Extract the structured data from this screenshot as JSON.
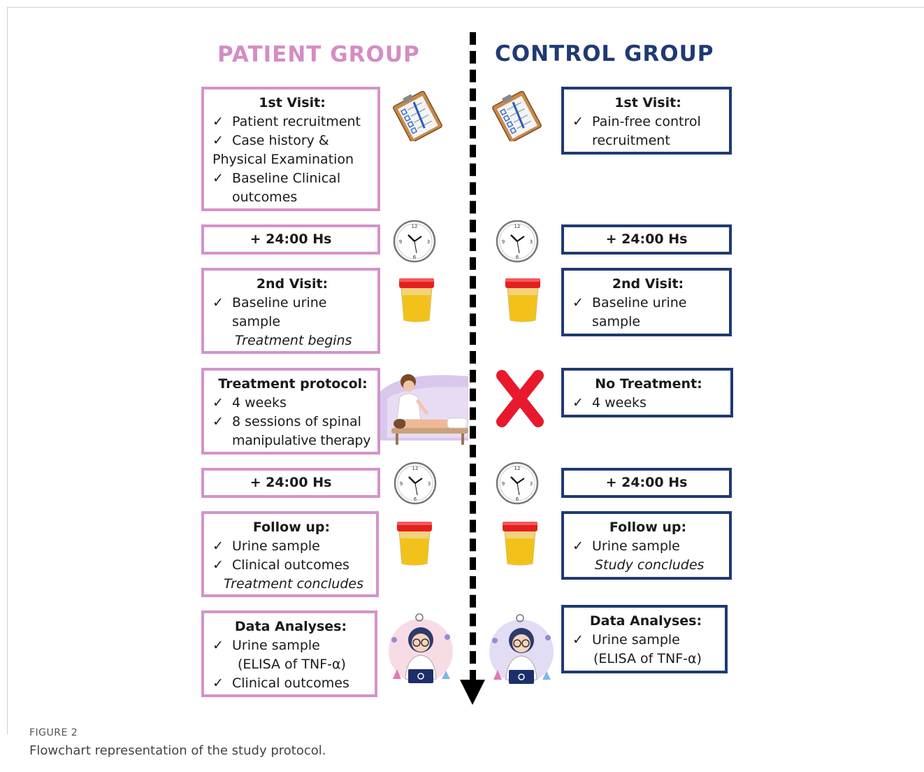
{
  "patient_group": {
    "title": "PATIENT GROUP",
    "visit1": {
      "heading": "1st Visit:",
      "items": [
        "Patient recruitment",
        "Case history &",
        "Physical Examination",
        "Baseline Clinical",
        "outcomes"
      ]
    },
    "wait1": "+ 24:00 Hs",
    "visit2": {
      "heading": "2nd Visit:",
      "items": [
        "Baseline urine",
        "sample",
        "Treatment begins"
      ]
    },
    "treatment": {
      "heading": "Treatment protocol:",
      "items": [
        "4 weeks",
        "8 sessions of spinal",
        "manipulative therapy"
      ]
    },
    "wait2": "+ 24:00 Hs",
    "followup": {
      "heading": "Follow up:",
      "items": [
        "Urine sample",
        "Clinical outcomes",
        "Treatment concludes"
      ]
    },
    "analyses": {
      "heading": "Data Analyses:",
      "items": [
        "Urine sample",
        "(ELISA of TNF-α)",
        "Clinical outcomes"
      ]
    }
  },
  "control_group": {
    "title": "CONTROL GROUP",
    "visit1": {
      "heading": "1st Visit:",
      "items": [
        "Pain-free control",
        "recruitment"
      ]
    },
    "wait1": "+ 24:00 Hs",
    "visit2": {
      "heading": "2nd Visit:",
      "items": [
        "Baseline urine",
        "sample"
      ]
    },
    "treatment": {
      "heading": "No Treatment:",
      "items": [
        "4 weeks"
      ]
    },
    "wait2": "+ 24:00 Hs",
    "followup": {
      "heading": "Follow up:",
      "items": [
        "Urine sample",
        "Study concludes"
      ]
    },
    "analyses": {
      "heading": "Data Analyses:",
      "items": [
        "Urine sample",
        "(ELISA of TNF-α)"
      ]
    }
  },
  "caption": {
    "label": "FIGURE 2",
    "text": "Flowchart representation of the study protocol."
  },
  "colors": {
    "patient": "#d493c9",
    "patient_title": "#d58cc4",
    "control": "#1f3a74",
    "cross": "#e8192c",
    "urine": "#f2c21b",
    "cap": "#e41f1f"
  },
  "icons": [
    "clipboard-icon",
    "clock-icon",
    "urine-cup-icon",
    "therapy-icon",
    "cross-icon",
    "scientist-icon"
  ]
}
